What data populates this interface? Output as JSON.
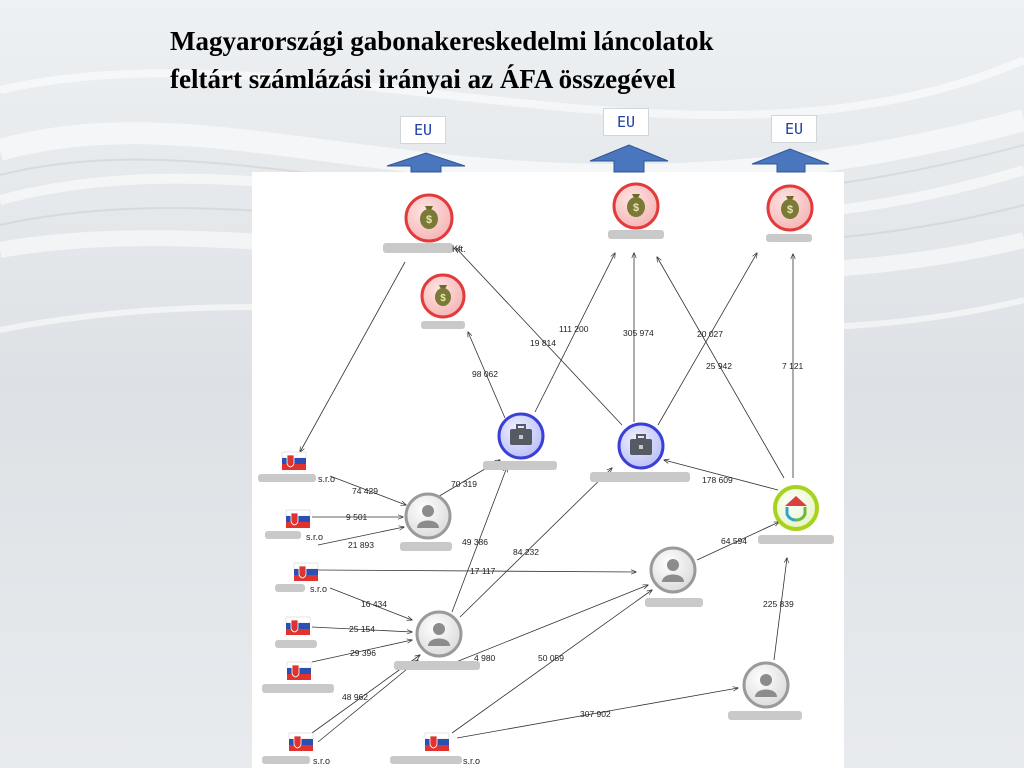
{
  "slide": {
    "title_line1": "Magyarországi gabonakereskedelmi láncolatok",
    "title_line2": "feltárt számlázási irányai az ÁFA összegével"
  },
  "eu_labels": [
    "EU",
    "EU",
    "EU"
  ],
  "colors": {
    "arrow_blue": "#4a76bd",
    "money_node_red": "#e33b3b",
    "company_node_blue": "#3a3fd6",
    "person_node_gray": "#9a9a9a",
    "hub_node_green": "#a7d21d",
    "eu_text": "#1f3fa3"
  },
  "node_fragments": {
    "kft": "Kft.",
    "sro_1": "s.r.o",
    "sro_2": "s.r.o",
    "sro_3": "s.r.o",
    "sro_4": "s.r.o",
    "sro_5": "s.r.o"
  },
  "icons": {
    "money_node": "money-bag-icon",
    "company_node": "briefcase-icon",
    "person_node": "person-icon",
    "hub_node": "recycle-house-icon",
    "flag": "slovak-flag-icon",
    "eu_arrow": "up-arrow-icon"
  },
  "edge_labels": {
    "e_111200": "111 200",
    "e_19814": "19 814",
    "e_305974": "305 974",
    "e_20027": "20 027",
    "e_25942": "25 942",
    "e_7121": "7 121",
    "e_98062": "98 062",
    "e_178609": "178 609",
    "e_74429": "74 429",
    "e_70319": "70 319",
    "e_9501": "9 501",
    "e_21893": "21 893",
    "e_49386": "49 386",
    "e_84232": "84 232",
    "e_64594": "64 594",
    "e_17117": "17 117",
    "e_16434": "16 434",
    "e_25154": "25 154",
    "e_29396": "29 396",
    "e_4980": "4 980",
    "e_50059": "50 059",
    "e_225839": "225 839",
    "e_48962": "48 962",
    "e_307902": "307 902"
  }
}
